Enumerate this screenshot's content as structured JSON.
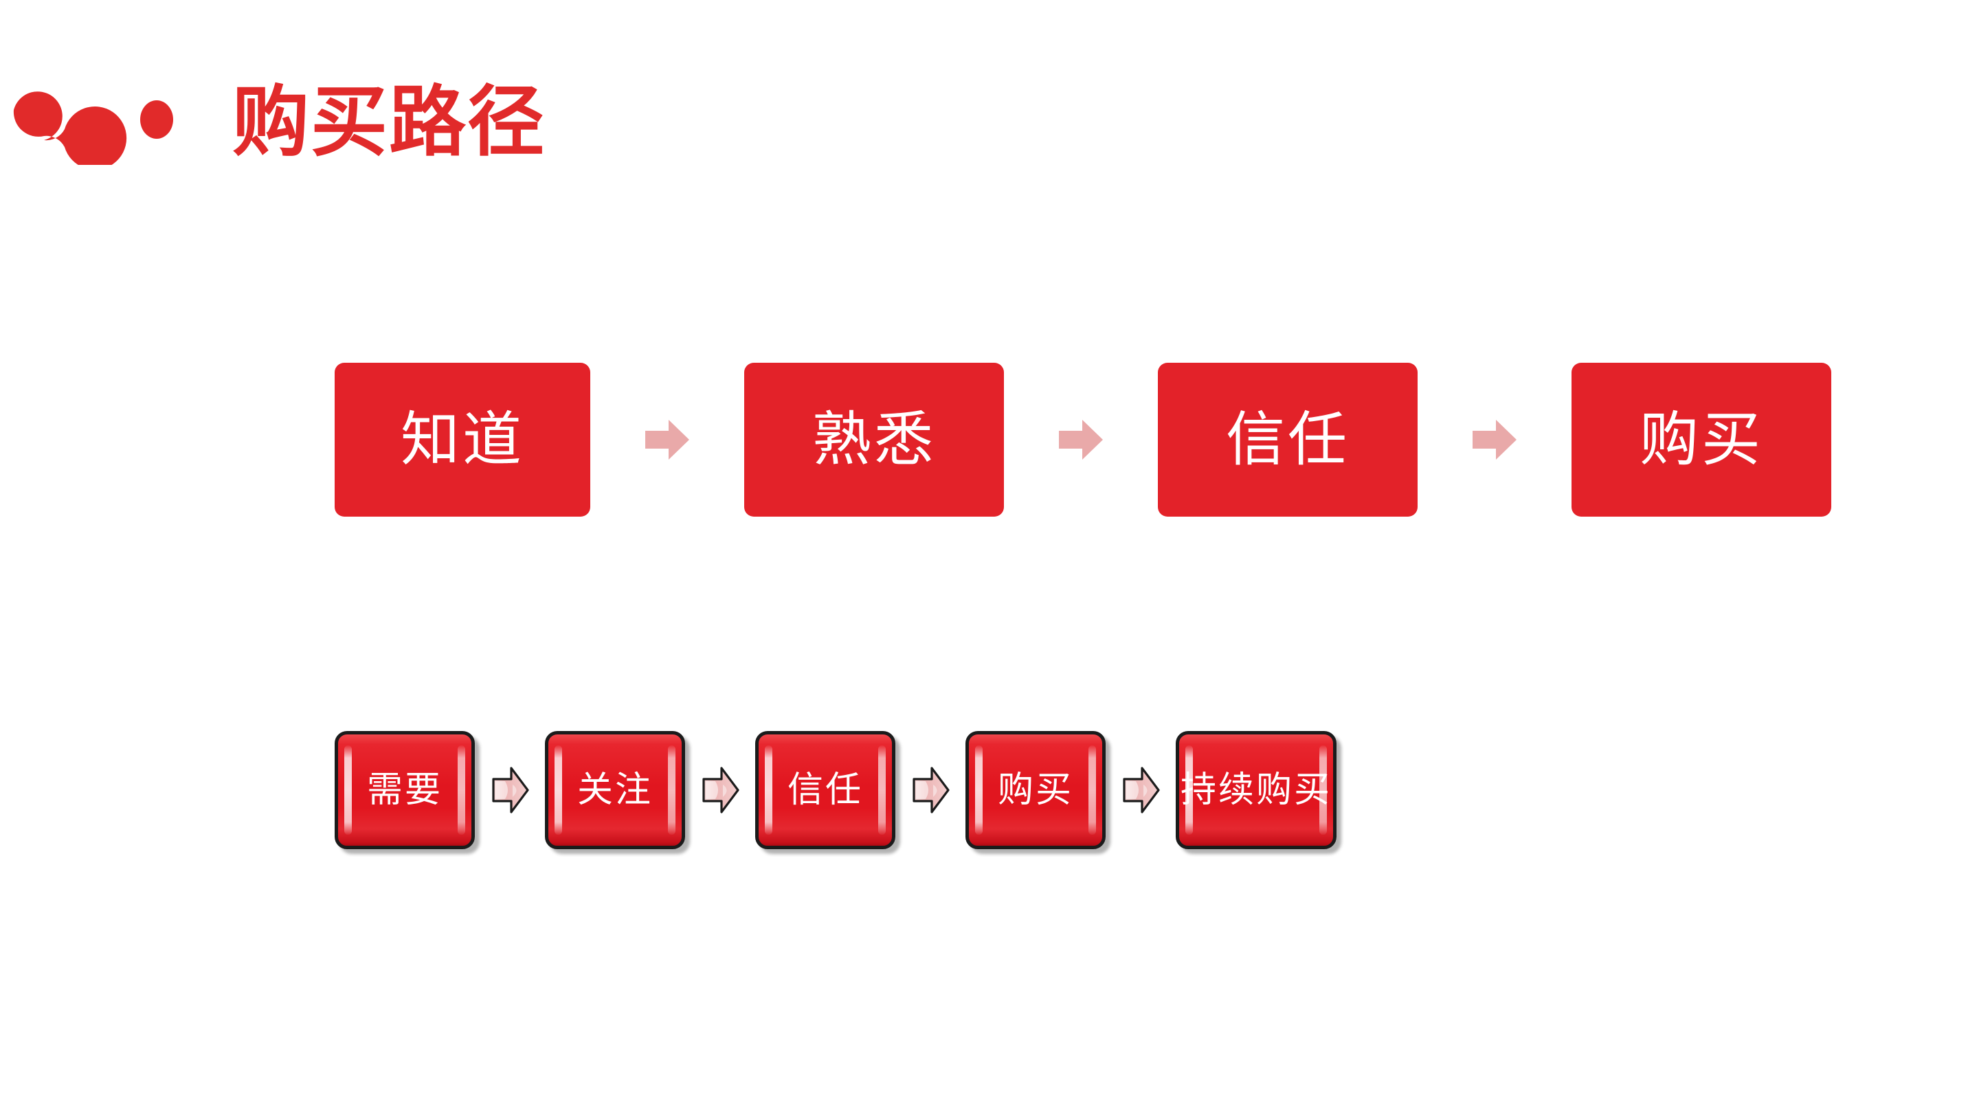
{
  "page": {
    "background_color": "#FFFFFF",
    "brand_red": "#E32229",
    "title_red": "#E12A2A",
    "arrow_pink": "#E9A9A9",
    "text_white": "#FFFFFF"
  },
  "header": {
    "title": "购买路径",
    "logo_icon": "blob-dot-logo-icon"
  },
  "flow_primary": {
    "name": "purchase-path-primary",
    "arrow_icon": "arrow-right-icon",
    "steps": [
      {
        "label": "知道"
      },
      {
        "label": "熟悉"
      },
      {
        "label": "信任"
      },
      {
        "label": "购买"
      }
    ]
  },
  "flow_secondary": {
    "name": "purchase-path-secondary",
    "arrow_icon": "arrow-right-outlined-icon",
    "steps": [
      {
        "label": "需要"
      },
      {
        "label": "关注"
      },
      {
        "label": "信任"
      },
      {
        "label": "购买"
      },
      {
        "label": "持续购买"
      }
    ]
  }
}
